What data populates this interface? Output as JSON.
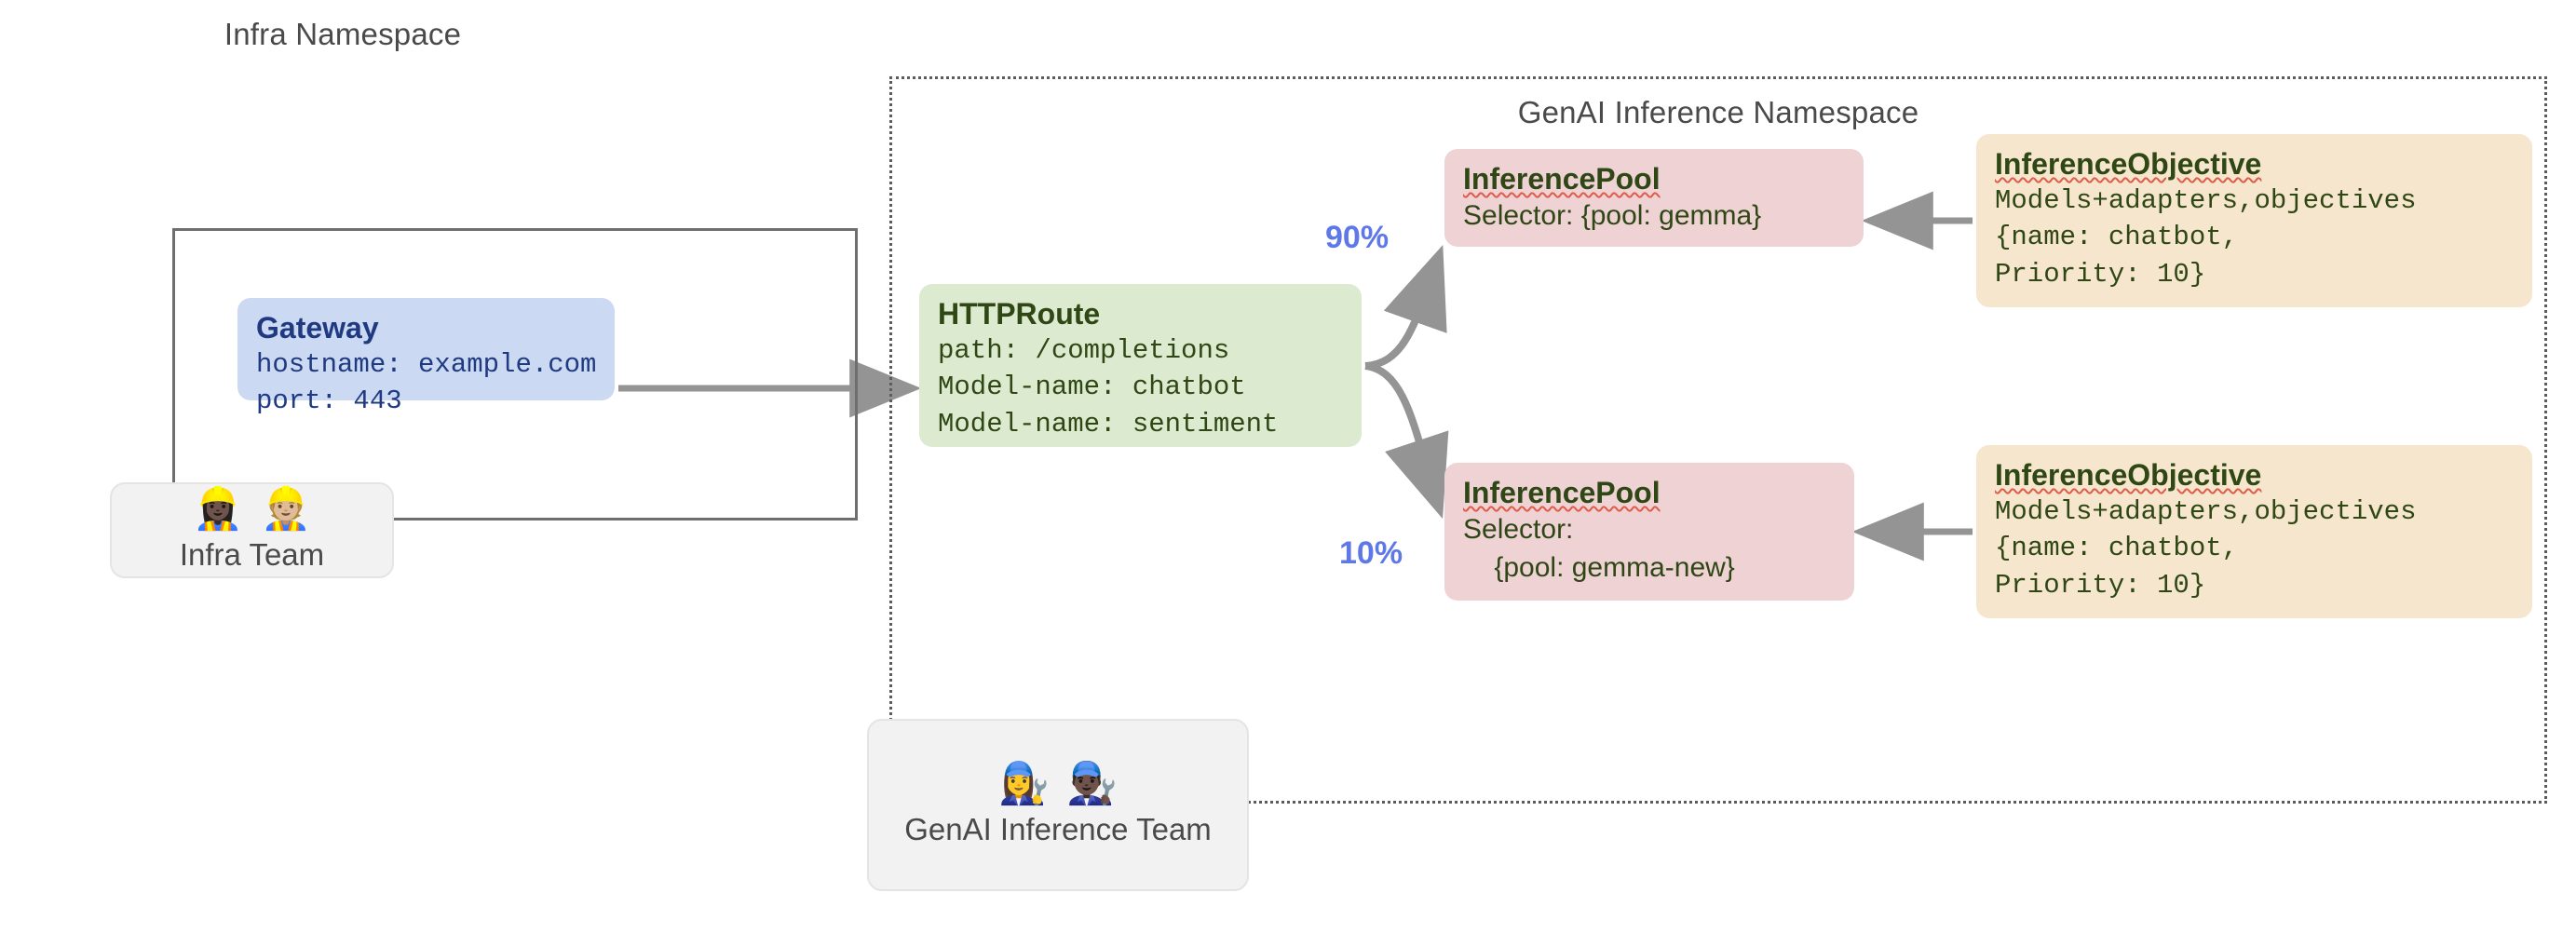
{
  "namespaces": {
    "infra": {
      "title": "Infra Namespace"
    },
    "genai": {
      "title": "GenAI Inference Namespace"
    }
  },
  "gateway": {
    "title": "Gateway",
    "body": "hostname: example.com\nport: 443"
  },
  "httproute": {
    "title": "HTTPRoute",
    "body": "path: /completions\nModel-name: chatbot\nModel-name: sentiment"
  },
  "pools": [
    {
      "title": "InferencePool",
      "body": "Selector: {pool: gemma}"
    },
    {
      "title": "InferencePool",
      "body": "Selector:\n    {pool: gemma-new}"
    }
  ],
  "objectives": [
    {
      "title": "InferenceObjective",
      "body": "Models+adapters,objectives\n{name: chatbot,\nPriority: 10}"
    },
    {
      "title": "InferenceObjective",
      "body": "Models+adapters,objectives\n{name: chatbot,\nPriority: 10}"
    }
  ],
  "split": {
    "primary": "90%",
    "canary": "10%"
  },
  "teams": [
    {
      "label": "Infra Team",
      "emoji": "👷🏿‍♀️👷🏼"
    },
    {
      "label": "GenAI Inference Team",
      "emoji": "👩‍🔧👨🏿‍🔧"
    }
  ],
  "colors": {
    "gateway_bg": "#ccd9f2",
    "gateway_text": "#1f3a80",
    "httproute_bg": "#dcead0",
    "pool_bg": "#eed2d4",
    "objective_bg": "#f6e6cd",
    "resource_text": "#2f4715",
    "percent_text": "#5f78e8",
    "arrow": "#949494",
    "namespace_border": "#6e6e6e",
    "team_bg": "#f2f2f2",
    "spellcheck_underline": "#e05c4a"
  }
}
